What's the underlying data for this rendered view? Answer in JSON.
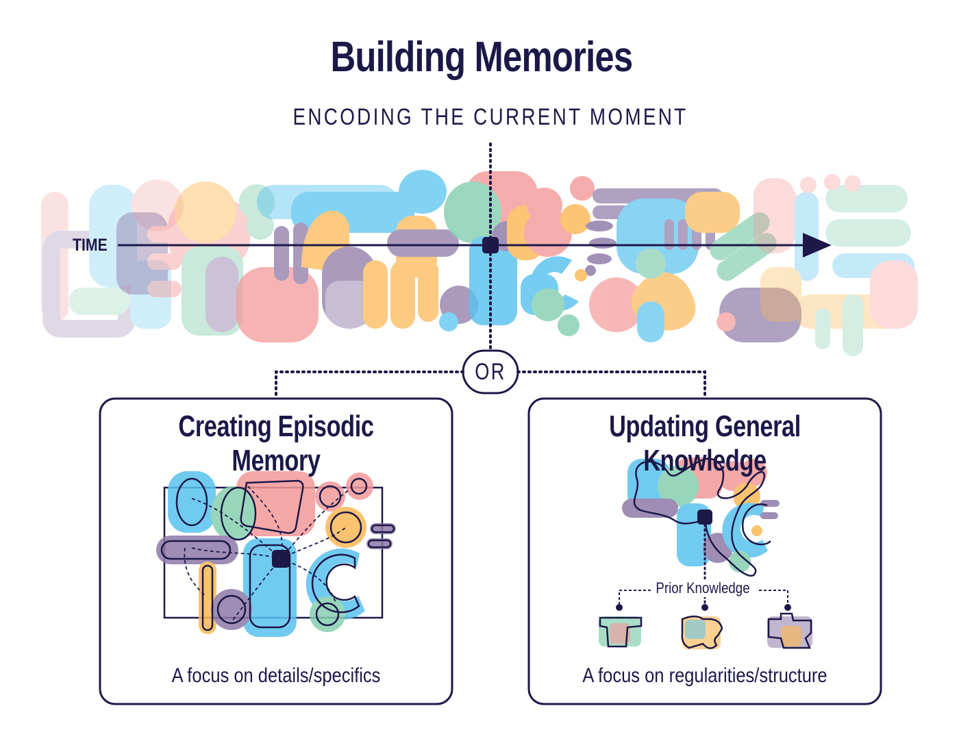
{
  "header": {
    "title": "Building Memories",
    "subtitle": "ENCODING THE CURRENT MOMENT"
  },
  "timeline": {
    "axis_label": "TIME",
    "split_label": "OR"
  },
  "panels": {
    "episodic": {
      "title": "Creating Episodic Memory",
      "caption": "A focus on details/specifics"
    },
    "general": {
      "title": "Updating General Knowledge",
      "prior_label": "Prior Knowledge",
      "caption": "A focus on regularities/structure"
    }
  },
  "colors": {
    "ink": "#1c1848",
    "blue": "#59c3ef",
    "pink": "#f49a9a",
    "orange": "#fbb957",
    "green": "#86cfb0",
    "purple": "#8e7aa8"
  }
}
